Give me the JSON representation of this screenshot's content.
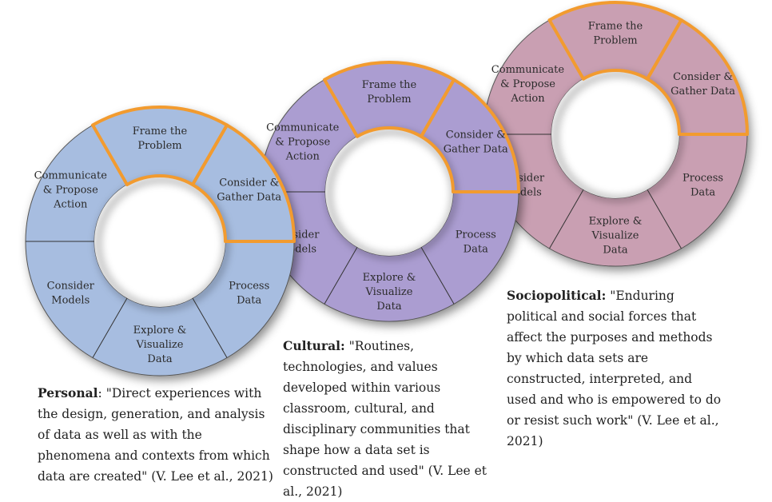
{
  "colors": {
    "personal": "#a7bde0",
    "cultural": "#ab9dd1",
    "sociopolitical": "#c99fb2",
    "highlight": "#f29b2f",
    "divider": "#333333"
  },
  "wheels": [
    {
      "key": "personal",
      "segments": [
        "Frame the|Problem",
        "Consider &|Gather Data",
        "Process|Data",
        "Explore &|Visualize|Data",
        "Consider|Models",
        "Communicate|& Propose|Action"
      ]
    },
    {
      "key": "cultural",
      "segments": [
        "Frame the|Problem",
        "Consider &|Gather Data",
        "Process|Data",
        "Explore &|Visualize|Data",
        "nsider|odels",
        "Communicate|& Propose|Action"
      ]
    },
    {
      "key": "sociopolitical",
      "segments": [
        "Frame the|Problem",
        "Consider &|Gather Data",
        "Process|Data",
        "Explore &|Visualize|Data",
        "nsider|odels",
        "Communicate|& Propose|Action"
      ]
    }
  ],
  "captions": {
    "personal": {
      "term": "Personal",
      "text": ": \"Direct experiences with the design, generation, and analysis of data as well as with the phenomena and contexts from which data are created\" (V. Lee et al., 2021)"
    },
    "cultural": {
      "term": "Cultural:",
      "text": " \"Routines, technologies, and values developed within various classroom, cultural, and disciplinary communities that shape how a data set is constructed and used\" (V. Lee et al., 2021)"
    },
    "sociopolitical": {
      "term": "Sociopolitical:",
      "text": " \"Enduring political and social forces that affect the purposes and methods by which data sets are constructed, interpreted, and used and who is empowered to do or resist such work\" (V. Lee et al., 2021)"
    }
  }
}
